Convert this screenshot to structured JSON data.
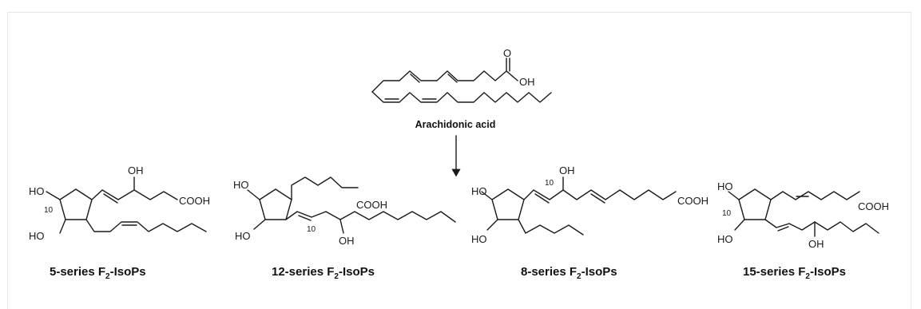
{
  "precursor": {
    "name": "Arachidonic acid",
    "atoms": {
      "carbonyl_o": "O",
      "hydroxyl": "OH"
    }
  },
  "products": [
    {
      "id": "5",
      "label_main": "5-series F",
      "label_sub": "2",
      "label_tail": "-IsoPs",
      "atoms": {
        "ho_top": "HO",
        "oh_side": "OH",
        "acid": "COOH",
        "ho_bottom": "HO",
        "pos": "10"
      }
    },
    {
      "id": "12",
      "label_main": "12-series F",
      "label_sub": "2",
      "label_tail": "-IsoPs",
      "atoms": {
        "ho_top": "HO",
        "acid": "COOH",
        "ho_bottom": "HO",
        "oh_side": "OH",
        "pos": "10"
      }
    },
    {
      "id": "8",
      "label_main": "8-series F",
      "label_sub": "2",
      "label_tail": "-IsoPs",
      "atoms": {
        "ho_top": "HO",
        "oh_side": "OH",
        "acid": "COOH",
        "ho_bottom": "HO",
        "pos": "10"
      }
    },
    {
      "id": "15",
      "label_main": "15-series F",
      "label_sub": "2",
      "label_tail": "-IsoPs",
      "atoms": {
        "ho_top": "HO",
        "acid": "COOH",
        "ho_bottom": "HO",
        "oh_side": "OH",
        "pos": "10"
      }
    }
  ]
}
